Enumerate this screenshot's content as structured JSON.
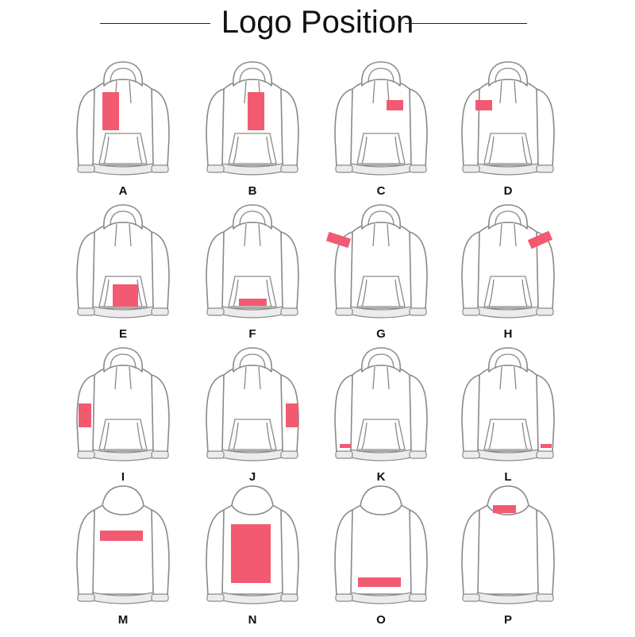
{
  "title": "Logo Position",
  "colors": {
    "logo": "#f25a72",
    "outline": "#8a8a8a",
    "text": "#111111"
  },
  "positions": [
    {
      "label": "A",
      "view": "front"
    },
    {
      "label": "B",
      "view": "front"
    },
    {
      "label": "C",
      "view": "front"
    },
    {
      "label": "D",
      "view": "front"
    },
    {
      "label": "E",
      "view": "front"
    },
    {
      "label": "F",
      "view": "front"
    },
    {
      "label": "G",
      "view": "front"
    },
    {
      "label": "H",
      "view": "front"
    },
    {
      "label": "I",
      "view": "front"
    },
    {
      "label": "J",
      "view": "front"
    },
    {
      "label": "K",
      "view": "front"
    },
    {
      "label": "L",
      "view": "front"
    },
    {
      "label": "M",
      "view": "back"
    },
    {
      "label": "N",
      "view": "back"
    },
    {
      "label": "O",
      "view": "back"
    },
    {
      "label": "P",
      "view": "back"
    }
  ]
}
